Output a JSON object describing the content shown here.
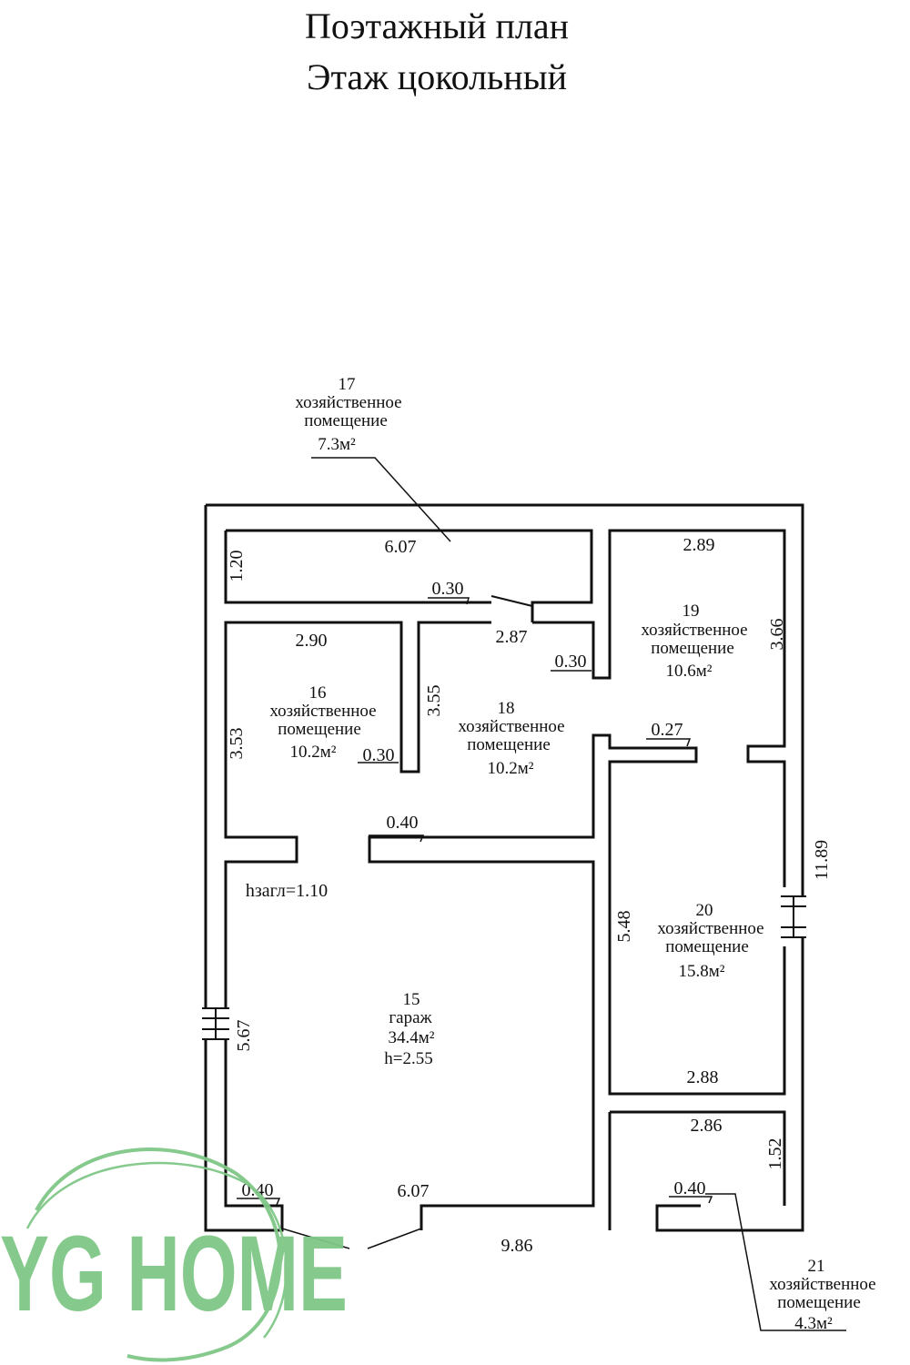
{
  "header": {
    "title": "Поэтажный план",
    "subtitle": "Этаж  цокольный"
  },
  "rooms": {
    "r15": {
      "number": "15",
      "name": "гараж",
      "area": "34.4м²",
      "height": "h=2.55"
    },
    "r16": {
      "number": "16",
      "name": "хозяйственное",
      "name2": "помещение",
      "area": "10.2м²"
    },
    "r17": {
      "number": "17",
      "name": "хозяйственное",
      "name2": "помещение",
      "area": "7.3м²"
    },
    "r18": {
      "number": "18",
      "name": "хозяйственное",
      "name2": "помещение",
      "area": "10.2м²"
    },
    "r19": {
      "number": "19",
      "name": "хозяйственное",
      "name2": "помещение",
      "area": "10.6м²"
    },
    "r20": {
      "number": "20",
      "name": "хозяйственное",
      "name2": "помещение",
      "area": "15.8м²"
    },
    "r21": {
      "number": "21",
      "name": "хозяйственное",
      "name2": "помещение",
      "area": "4.3м²"
    }
  },
  "dimensions": {
    "d_607_top": "6.07",
    "d_120": "1.20",
    "d_030_a": "0.30",
    "d_287": "2.87",
    "d_030_b": "0.30",
    "d_289": "2.89",
    "d_366": "3.66",
    "d_290": "2.90",
    "d_353": "3.53",
    "d_030_c": "0.30",
    "d_355": "3.55",
    "d_027": "0.27",
    "d_040_a": "0.40",
    "hzagl": "hзагл=1.10",
    "d_1189": "11.89",
    "d_548": "5.48",
    "d_567": "5.67",
    "d_288": "2.88",
    "d_286": "2.86",
    "d_152": "1.52",
    "d_040_b": "0.40",
    "d_607_bottom": "6.07",
    "d_040_c": "0.40",
    "d_986": "9.86"
  },
  "watermark": {
    "text": "YG HOME",
    "color": "#7fc787"
  }
}
